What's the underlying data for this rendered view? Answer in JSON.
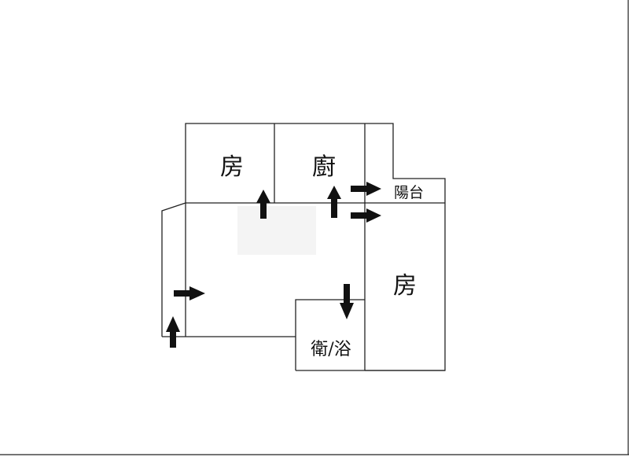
{
  "floorplan": {
    "rooms": {
      "bedroom_top": "房",
      "kitchen": "廚",
      "balcony": "陽台",
      "bedroom_right": "房",
      "bathroom": "衛/浴"
    },
    "colors": {
      "wall": "#222222",
      "arrow": "#111111",
      "background": "#ffffff"
    },
    "arrow_icons": [
      "arrow-up-icon",
      "arrow-right-icon",
      "arrow-down-icon"
    ]
  }
}
